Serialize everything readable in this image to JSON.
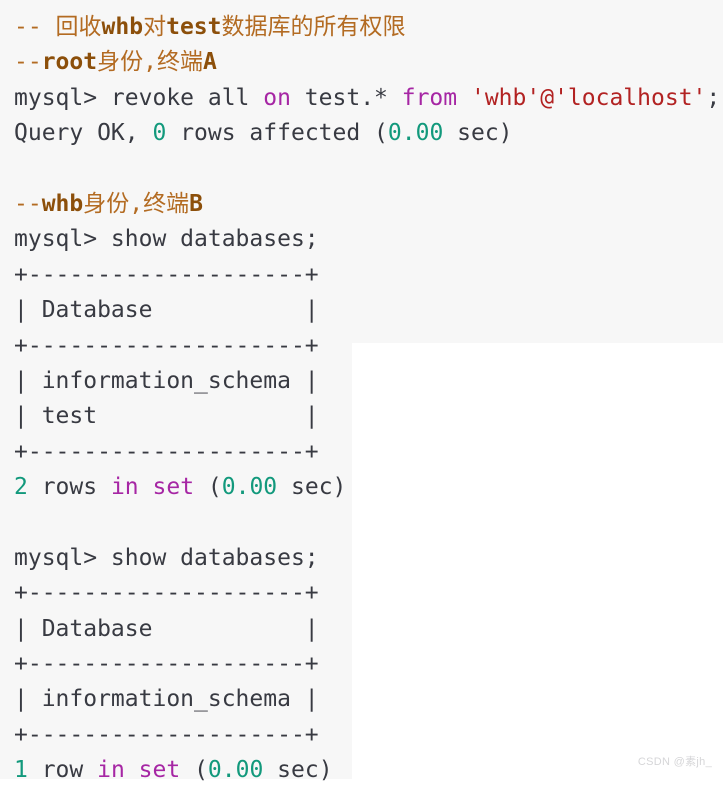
{
  "colors": {
    "bg_page": "#ffffff",
    "bg_code": "#f7f7f7",
    "c_default": "#383a42",
    "c_comment": "#b36b22",
    "c_comment_bold": "#8c4f0a",
    "c_keyword": "#a626a4",
    "c_string": "#b22222",
    "c_number": "#12997c",
    "c_watermark": "#d6d6d8"
  },
  "watermark": {
    "text": "CSDN @素jh_"
  },
  "code": {
    "language": "sql-console",
    "lines": [
      [
        {
          "type": "comment",
          "text": "-- 回收"
        },
        {
          "type": "comment-bold",
          "text": "whb"
        },
        {
          "type": "comment",
          "text": "对"
        },
        {
          "type": "comment-bold",
          "text": "test"
        },
        {
          "type": "comment",
          "text": "数据库的所有权限"
        }
      ],
      [
        {
          "type": "comment",
          "text": "--"
        },
        {
          "type": "comment-bold",
          "text": "root"
        },
        {
          "type": "comment",
          "text": "身份,终端"
        },
        {
          "type": "comment-bold",
          "text": "A"
        }
      ],
      [
        {
          "type": "default",
          "text": "mysql> revoke all "
        },
        {
          "type": "keyword",
          "text": "on"
        },
        {
          "type": "default",
          "text": " test.* "
        },
        {
          "type": "keyword",
          "text": "from"
        },
        {
          "type": "default",
          "text": " "
        },
        {
          "type": "string",
          "text": "'whb'@'localhost'"
        },
        {
          "type": "default",
          "text": ";"
        }
      ],
      [
        {
          "type": "default",
          "text": "Query OK, "
        },
        {
          "type": "number",
          "text": "0"
        },
        {
          "type": "default",
          "text": " rows affected ("
        },
        {
          "type": "number",
          "text": "0.00"
        },
        {
          "type": "default",
          "text": " sec)"
        }
      ],
      [],
      [
        {
          "type": "comment",
          "text": "--"
        },
        {
          "type": "comment-bold",
          "text": "whb"
        },
        {
          "type": "comment",
          "text": "身份,终端"
        },
        {
          "type": "comment-bold",
          "text": "B"
        }
      ],
      [
        {
          "type": "default",
          "text": "mysql> show databases;"
        }
      ],
      [
        {
          "type": "default",
          "text": "+--------------------+"
        }
      ],
      [
        {
          "type": "default",
          "text": "| Database           |"
        }
      ],
      [
        {
          "type": "default",
          "text": "+--------------------+"
        }
      ],
      [
        {
          "type": "default",
          "text": "| information_schema |"
        }
      ],
      [
        {
          "type": "default",
          "text": "| test               |"
        }
      ],
      [
        {
          "type": "default",
          "text": "+--------------------+"
        }
      ],
      [
        {
          "type": "number",
          "text": "2"
        },
        {
          "type": "default",
          "text": " rows "
        },
        {
          "type": "keyword",
          "text": "in"
        },
        {
          "type": "default",
          "text": " "
        },
        {
          "type": "keyword",
          "text": "set"
        },
        {
          "type": "default",
          "text": " ("
        },
        {
          "type": "number",
          "text": "0.00"
        },
        {
          "type": "default",
          "text": " sec)"
        }
      ],
      [],
      [
        {
          "type": "default",
          "text": "mysql> show databases;"
        }
      ],
      [
        {
          "type": "default",
          "text": "+--------------------+"
        }
      ],
      [
        {
          "type": "default",
          "text": "| Database           |"
        }
      ],
      [
        {
          "type": "default",
          "text": "+--------------------+"
        }
      ],
      [
        {
          "type": "default",
          "text": "| information_schema |"
        }
      ],
      [
        {
          "type": "default",
          "text": "+--------------------+"
        }
      ],
      [
        {
          "type": "number",
          "text": "1"
        },
        {
          "type": "default",
          "text": " row "
        },
        {
          "type": "keyword",
          "text": "in"
        },
        {
          "type": "default",
          "text": " "
        },
        {
          "type": "keyword",
          "text": "set"
        },
        {
          "type": "default",
          "text": " ("
        },
        {
          "type": "number",
          "text": "0.00"
        },
        {
          "type": "default",
          "text": " sec)"
        }
      ]
    ]
  }
}
